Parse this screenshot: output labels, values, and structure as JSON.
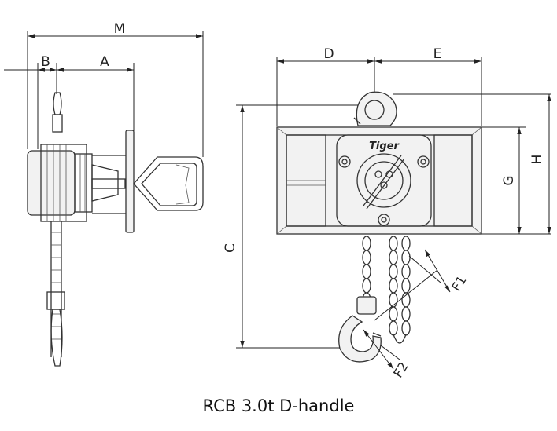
{
  "dimension_labels": {
    "m": "M",
    "a": "A",
    "b": "B",
    "c": "C",
    "d": "D",
    "e": "E",
    "f1": "F1",
    "f2": "F2",
    "g": "G",
    "h": "H"
  },
  "logo_text": "Tiger",
  "caption": "RCB 3.0t D-handle"
}
